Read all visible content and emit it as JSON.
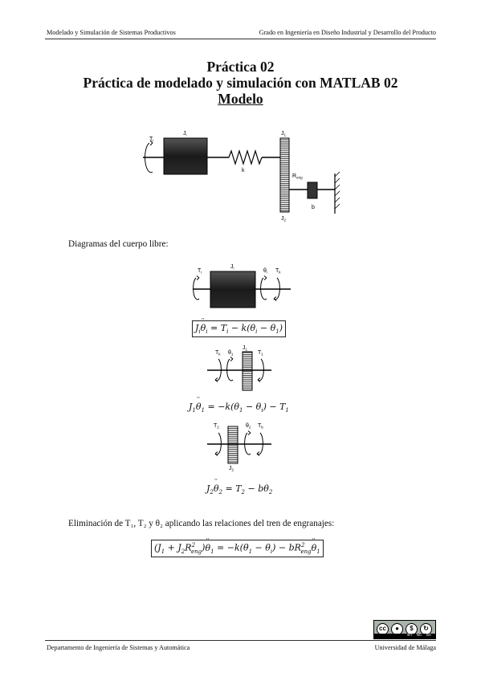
{
  "header": {
    "left": "Modelado y Simulación de Sistemas Productivos",
    "right": "Grado en Ingeniería en Diseño Industrial y Desarrollo del Producto"
  },
  "title": {
    "line1": "Práctica 02",
    "line2": "Práctica de modelado y simulación con MATLAB 02",
    "line3": "Modelo"
  },
  "diagram_labels": {
    "Ti": "T",
    "Ti_sub": "i",
    "Ji": "J",
    "Ji_sub": "i",
    "J1": "J",
    "J1_sub": "1",
    "k": "k",
    "Reng": "R",
    "Reng_sub": "eng",
    "J2": "J",
    "J2_sub": "2",
    "b": "b",
    "thetai": "θ",
    "thetai_sub": "i",
    "theta1": "θ",
    "theta1_sub": "1",
    "theta2": "θ",
    "theta2_sub": "2",
    "Tk": "T",
    "Tk_sub": "k",
    "T1": "T",
    "T1_sub": "1",
    "T2": "T",
    "T2_sub": "2",
    "Tb": "T",
    "Tb_sub": "b"
  },
  "text": {
    "free_body": "Diagramas del cuerpo libre:",
    "elimination": "Eliminación de T₁, T₂ y θ₂ aplicando las relaciones del tren de engranajes:"
  },
  "equations": {
    "eq1_rhs": " = T",
    "eq1_rest": " − k(θ",
    "eq1_tail": " − θ",
    "eq2_rhs": " = −k(θ",
    "eq2_mid": " − θ",
    "eq2_tail": ") − T",
    "eq3_rhs": " = T",
    "eq3_tail": " − bθ",
    "eq4_lhs": "(J",
    "eq4_plus": " + J",
    "eq4_R": "R",
    "eq4_rhs": " = −k(θ",
    "eq4_mid": " − θ",
    "eq4_tail": ") − bR"
  },
  "footer": {
    "left": "Departamento de Ingeniería de Sistemas y Automática",
    "right": "Universidad de Málaga"
  },
  "license": {
    "cc": "cc",
    "by": "BY",
    "nc": "NC",
    "sa": "SA"
  }
}
